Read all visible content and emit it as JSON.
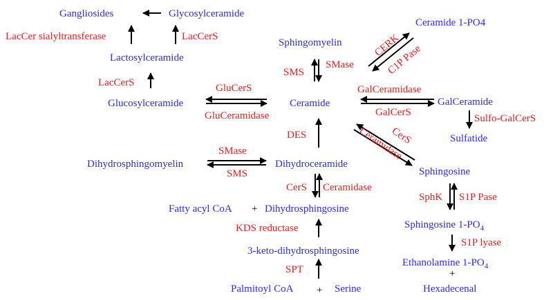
{
  "metabolites": {
    "gangliosides": "Gangliosides",
    "glycosylceramide": "Glycosylceramide",
    "lactosylceramide": "Lactosylceramide",
    "glucosylceramide": "Glucosylceramide",
    "sphingomyelin": "Sphingomyelin",
    "ceramide": "Ceramide",
    "ceramide_1_po4": "Ceramide 1-PO4",
    "galceramide": "GalCeramide",
    "sulfatide": "Sulfatide",
    "dihydrosphingomyelin": "Dihydrosphingomyelin",
    "dihydroceramide": "Dihydroceramide",
    "sphingosine": "Sphingosine",
    "fatty_acyl_coa": "Fatty acyl CoA",
    "dihydrosphingosine": "Dihydrosphingosine",
    "sphingosine_1_po4": "Sphingosine 1-PO",
    "sphingosine_1_po4_sub": "4",
    "keto_dihydrosphingosine": "3-keto-dihydrosphingosine",
    "ethanolamine_1_po4": "Ethanolamine 1-PO",
    "ethanolamine_1_po4_sub": "4",
    "hexadecenal": "Hexadecenal",
    "palmitoyl_coa": "Palmitoyl CoA",
    "serine": "Serine"
  },
  "enzymes": {
    "lacCer_sialyltransferase": "LacCer sialyltransferase",
    "lacCerS_top": "LacCerS",
    "lacCerS_mid": "LacCerS",
    "sms_top": "SMS",
    "smase_top": "SMase",
    "cerk": "CERK",
    "c1p_pase": "C1P Pase",
    "gluCerS": "GluCerS",
    "gluCeramidase": "GluCeramidase",
    "galCeramidase": "GalCeramidase",
    "galCerS": "GalCerS",
    "sulfo_galCerS": "Sulfo-GalCerS",
    "des": "DES",
    "cerS_diag": "CerS",
    "ceramidase_diag": "Ceramidase",
    "smase_bottom": "SMase",
    "sms_bottom": "SMS",
    "cerS_bottom": "CerS",
    "ceramidase_bottom": "Ceramidase",
    "sphK": "SphK",
    "s1p_pase": "S1P Pase",
    "kds_reductase": "KDS reductase",
    "s1p_lyase": "S1P lyase",
    "spt": "SPT"
  },
  "symbols": {
    "plus": "+"
  },
  "colors": {
    "metabolite": "#2a2af2",
    "enzyme": "#ee1c1c",
    "arrow": "#000000"
  }
}
